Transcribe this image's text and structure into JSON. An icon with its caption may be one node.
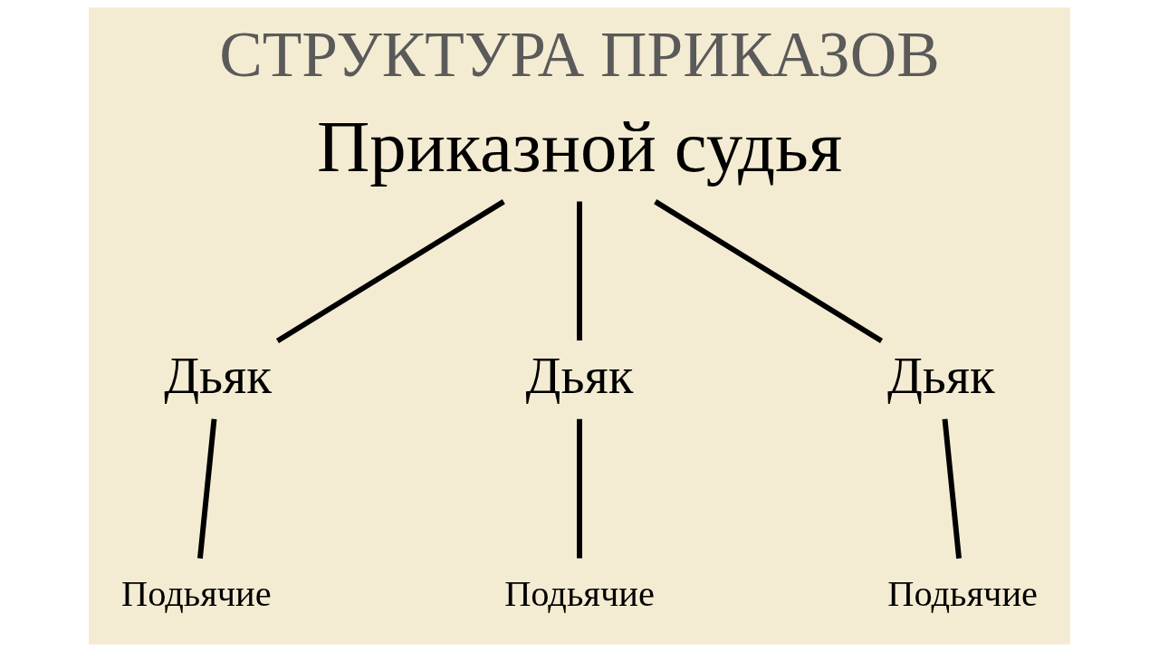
{
  "diagram": {
    "title": "СТРУКТУРА ПРИКАЗОВ",
    "nodes": [
      {
        "text": [
          "Приказной судья"
        ]
      },
      {
        "text": [
          "Дьяк"
        ]
      },
      {
        "text": [
          "Дьяк"
        ]
      },
      {
        "text": [
          "Дьяк"
        ]
      },
      {
        "text": [
          "Подьячие"
        ]
      },
      {
        "text": [
          "Подьячие"
        ]
      },
      {
        "text": [
          "Подьячие"
        ]
      }
    ],
    "edges": [
      {
        "from": 0,
        "to": 1,
        "arrow": "none"
      },
      {
        "from": 0,
        "to": 2,
        "arrow": "none"
      },
      {
        "from": 0,
        "to": 3,
        "arrow": "none"
      },
      {
        "from": 1,
        "to": 4,
        "arrow": "none"
      },
      {
        "from": 2,
        "to": 5,
        "arrow": "none"
      },
      {
        "from": 3,
        "to": 6,
        "arrow": "none"
      }
    ]
  }
}
